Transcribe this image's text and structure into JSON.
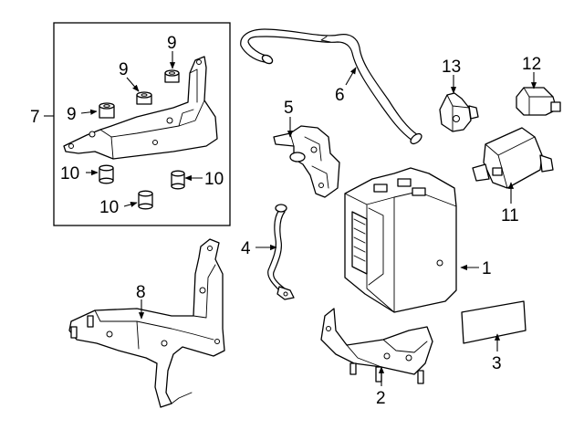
{
  "callouts": {
    "c1": "1",
    "c2": "2",
    "c3": "3",
    "c4": "4",
    "c5": "5",
    "c6": "6",
    "c7": "7",
    "c8": "8",
    "c9a": "9",
    "c9b": "9",
    "c9c": "9",
    "c10a": "10",
    "c10b": "10",
    "c10c": "10",
    "c11": "11",
    "c12": "12",
    "c13": "13"
  }
}
